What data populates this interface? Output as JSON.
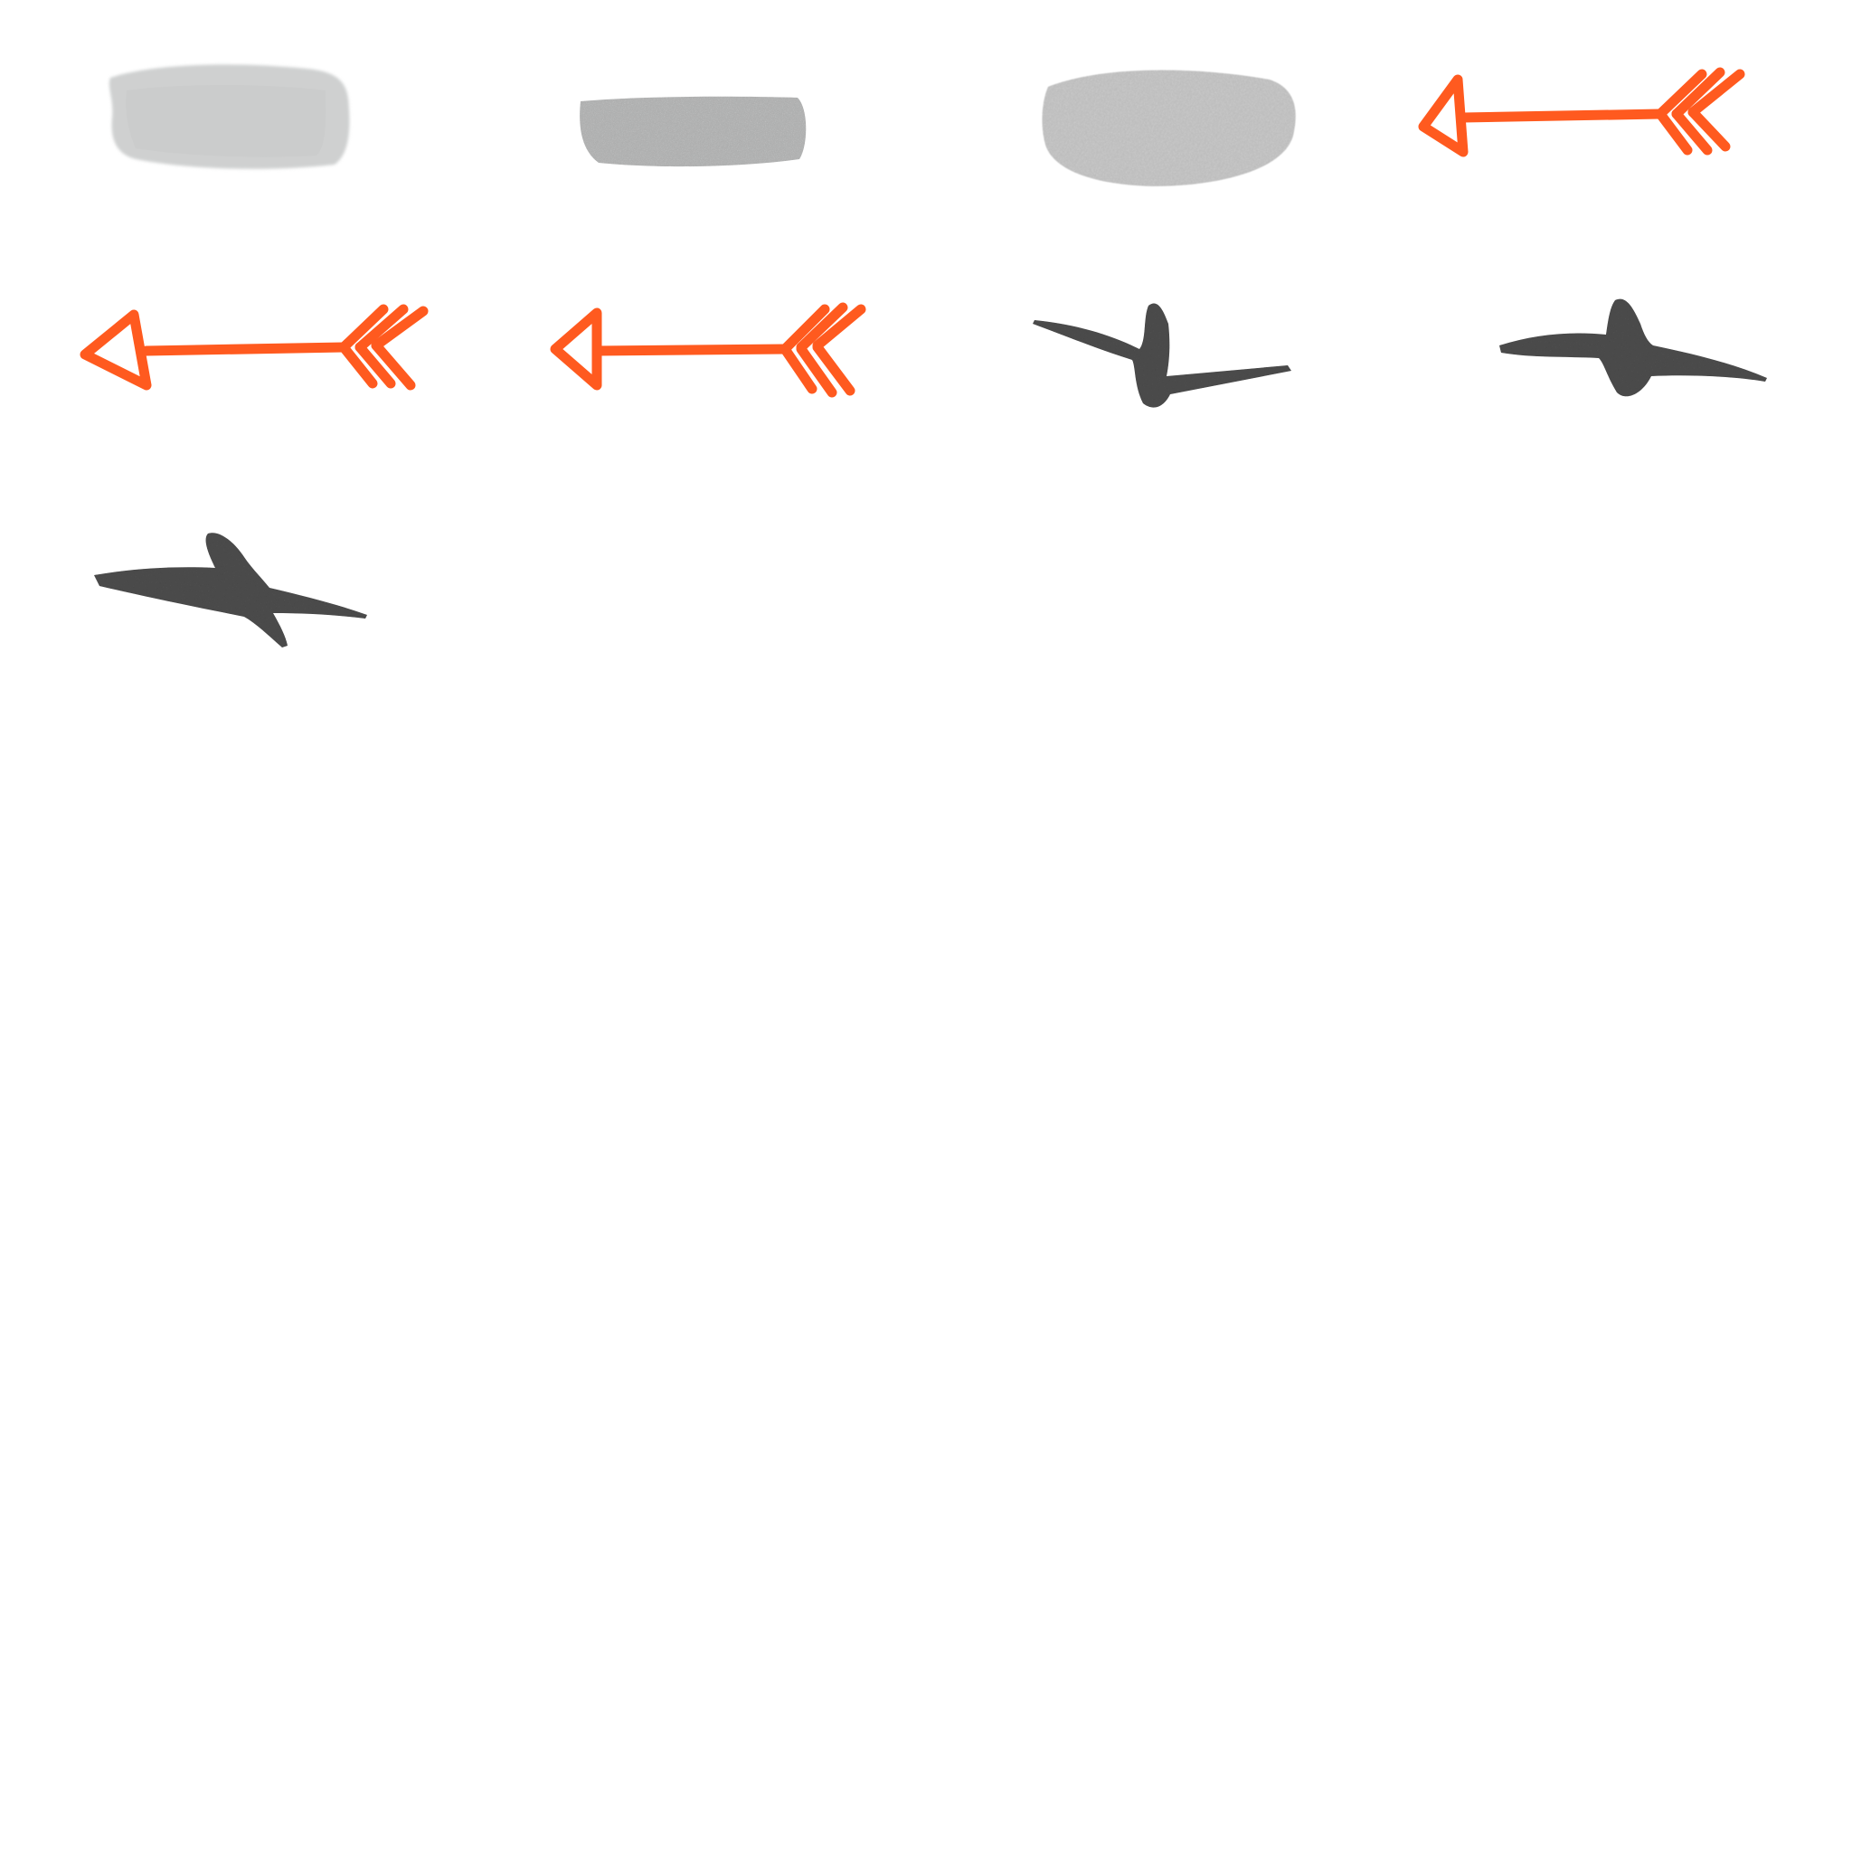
{
  "colors": {
    "background": "#ffffff",
    "swatch_light": "#cfd0d0",
    "swatch_mid": "#a9aaaa",
    "swatch_textured": "#bdbdbd",
    "arrow_orange": "#ff5a1f",
    "arrow_orange_dark": "#f24a12",
    "bolt_ink": "#3b3b3b"
  },
  "sprites": [
    {
      "name": "gray-brush-swatch-light",
      "kind": "swatch"
    },
    {
      "name": "gray-brush-swatch-thin",
      "kind": "swatch"
    },
    {
      "name": "gray-brush-swatch-textured",
      "kind": "swatch"
    },
    {
      "name": "orange-arrow",
      "kind": "arrow"
    },
    {
      "name": "orange-arrow",
      "kind": "arrow"
    },
    {
      "name": "orange-arrow",
      "kind": "arrow"
    },
    {
      "name": "lightning-bolt-brush",
      "kind": "bolt"
    },
    {
      "name": "lightning-bolt-brush",
      "kind": "bolt"
    },
    {
      "name": "lightning-bolt-brush",
      "kind": "bolt"
    }
  ]
}
